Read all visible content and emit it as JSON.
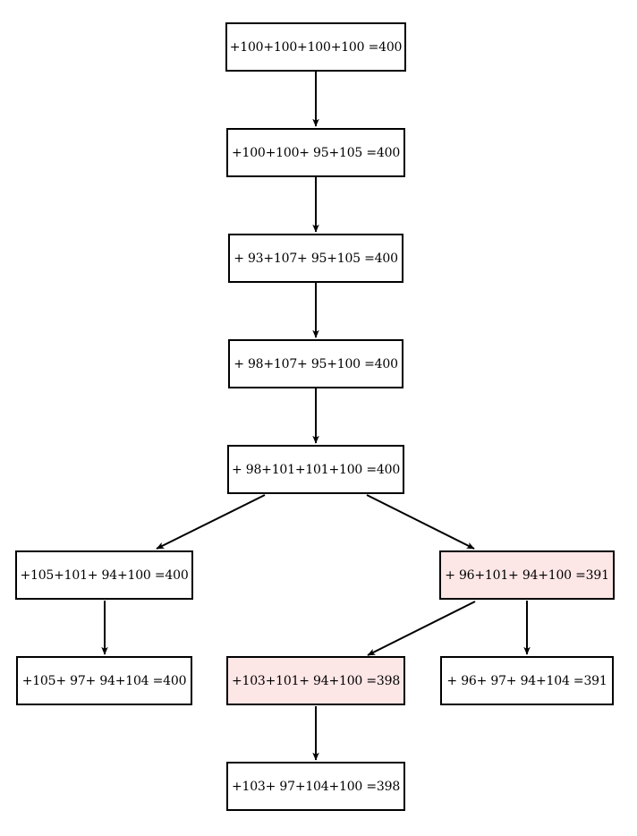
{
  "nodes": [
    {
      "id": "n1",
      "label": "+100+100+100+100 =400",
      "highlighted": false
    },
    {
      "id": "n2",
      "label": "+100+100+ 95+105 =400",
      "highlighted": false
    },
    {
      "id": "n3",
      "label": "+ 93+107+ 95+105 =400",
      "highlighted": false
    },
    {
      "id": "n4",
      "label": "+ 98+107+ 95+100 =400",
      "highlighted": false
    },
    {
      "id": "n5",
      "label": "+ 98+101+101+100 =400",
      "highlighted": false
    },
    {
      "id": "n6",
      "label": "+105+101+ 94+100 =400",
      "highlighted": false
    },
    {
      "id": "n7",
      "label": "+ 96+101+ 94+100 =391",
      "highlighted": true
    },
    {
      "id": "n8",
      "label": "+105+ 97+ 94+104 =400",
      "highlighted": false
    },
    {
      "id": "n9",
      "label": "+103+101+ 94+100 =398",
      "highlighted": true
    },
    {
      "id": "n10",
      "label": "+ 96+ 97+ 94+104 =391",
      "highlighted": false
    },
    {
      "id": "n11",
      "label": "+103+ 97+104+100 =398",
      "highlighted": false
    }
  ],
  "edges": [
    {
      "from": "n1",
      "to": "n2"
    },
    {
      "from": "n2",
      "to": "n3"
    },
    {
      "from": "n3",
      "to": "n4"
    },
    {
      "from": "n4",
      "to": "n5"
    },
    {
      "from": "n5",
      "to": "n6"
    },
    {
      "from": "n5",
      "to": "n7"
    },
    {
      "from": "n6",
      "to": "n8"
    },
    {
      "from": "n7",
      "to": "n9"
    },
    {
      "from": "n7",
      "to": "n10"
    },
    {
      "from": "n9",
      "to": "n11"
    }
  ],
  "colors": {
    "highlight_fill": "#fde6e6",
    "node_fill": "#ffffff",
    "stroke": "#000000"
  }
}
